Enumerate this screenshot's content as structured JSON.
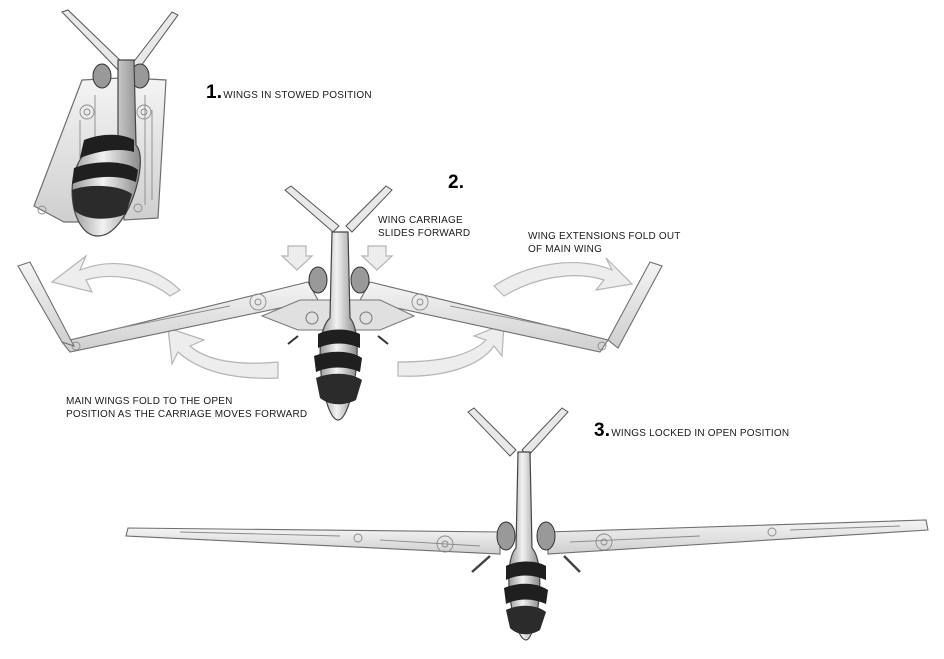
{
  "steps": [
    {
      "number": "1.",
      "text": "WINGS IN STOWED POSITION"
    },
    {
      "number": "2.",
      "text": ""
    },
    {
      "number": "3.",
      "text": "WINGS LOCKED IN OPEN POSITION"
    }
  ],
  "annotations": {
    "carriage_line1": "WING CARRIAGE",
    "carriage_line2": "SLIDES FORWARD",
    "extensions_line1": "WING EXTENSIONS FOLD OUT",
    "extensions_line2": "OF MAIN WING",
    "main_wings_line1": "MAIN WINGS FOLD TO THE OPEN",
    "main_wings_line2": "POSITION AS THE CARRIAGE MOVES FORWARD"
  },
  "colors": {
    "wing_fill": "#e6e6e6",
    "wing_stroke": "#6e6e6e",
    "fuselage": "#cfcfcf",
    "band": "#1f1f1f",
    "arrow_fill": "#ededed",
    "arrow_stroke": "#b5b5b5"
  }
}
